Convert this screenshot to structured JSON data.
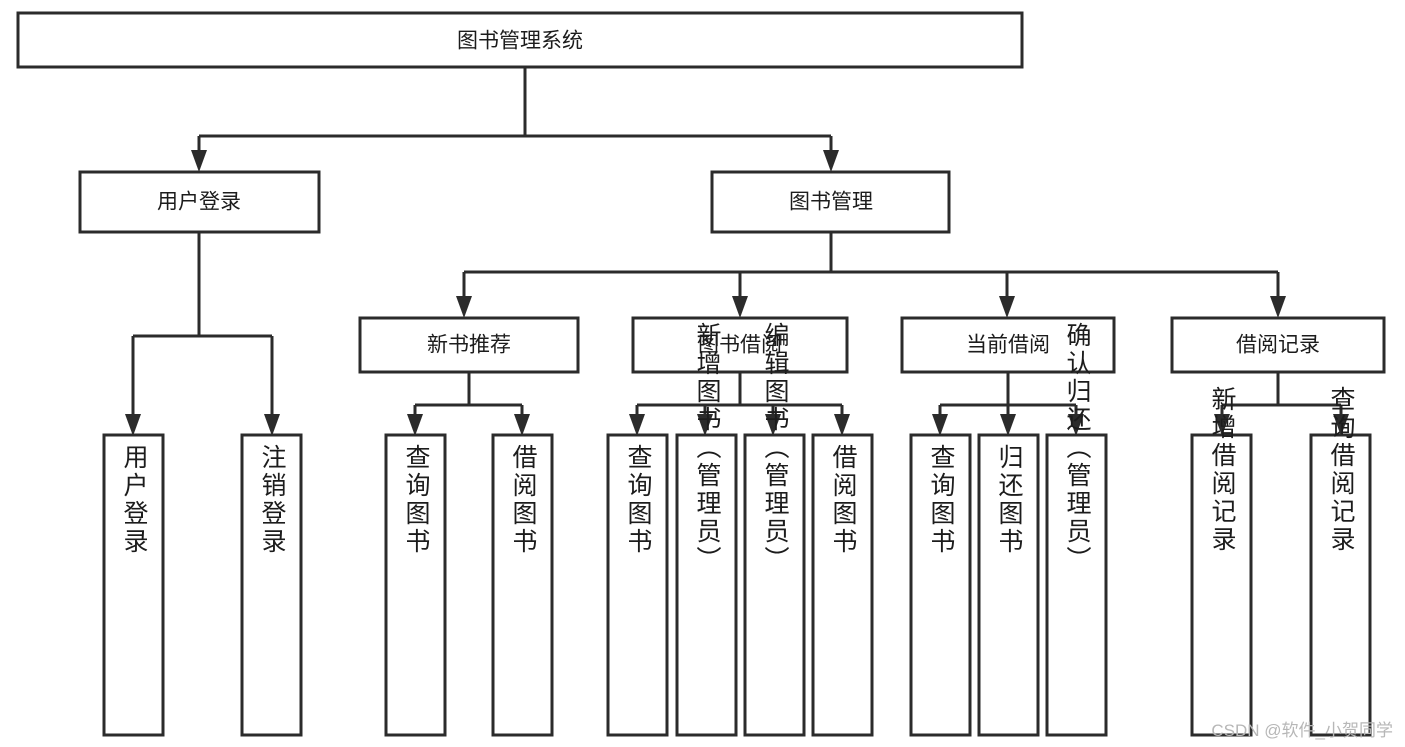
{
  "diagram": {
    "title": "图书管理系统",
    "type": "hierarchy-tree",
    "watermark": "CSDN @软件_小贺同学",
    "colors": {
      "stroke": "#2b2b2b",
      "fill": "#ffffff",
      "text": "#1c1c1c",
      "watermark": "#b7b7b7"
    },
    "root": {
      "label": "图书管理系统"
    },
    "level1": [
      {
        "label": "用户登录"
      },
      {
        "label": "图书管理"
      }
    ],
    "level2": [
      {
        "label": "新书推荐"
      },
      {
        "label": "图书借阅"
      },
      {
        "label": "当前借阅"
      },
      {
        "label": "借阅记录"
      }
    ],
    "leaves": {
      "user_login": [
        {
          "label": "用户登录"
        },
        {
          "label": "注销登录"
        }
      ],
      "new_book": [
        {
          "label": "查询图书"
        },
        {
          "label": "借阅图书"
        }
      ],
      "book_borrow": [
        {
          "label": "查询图书"
        },
        {
          "label": "新增图书（管理员）"
        },
        {
          "label": "编辑图书（管理员）"
        },
        {
          "label": "借阅图书"
        }
      ],
      "current_borrow": [
        {
          "label": "查询图书"
        },
        {
          "label": "归还图书"
        },
        {
          "label": "确认归还（管理员）"
        }
      ],
      "borrow_record": [
        {
          "label": "新增借阅记录"
        },
        {
          "label": "查询借阅记录"
        }
      ]
    }
  }
}
